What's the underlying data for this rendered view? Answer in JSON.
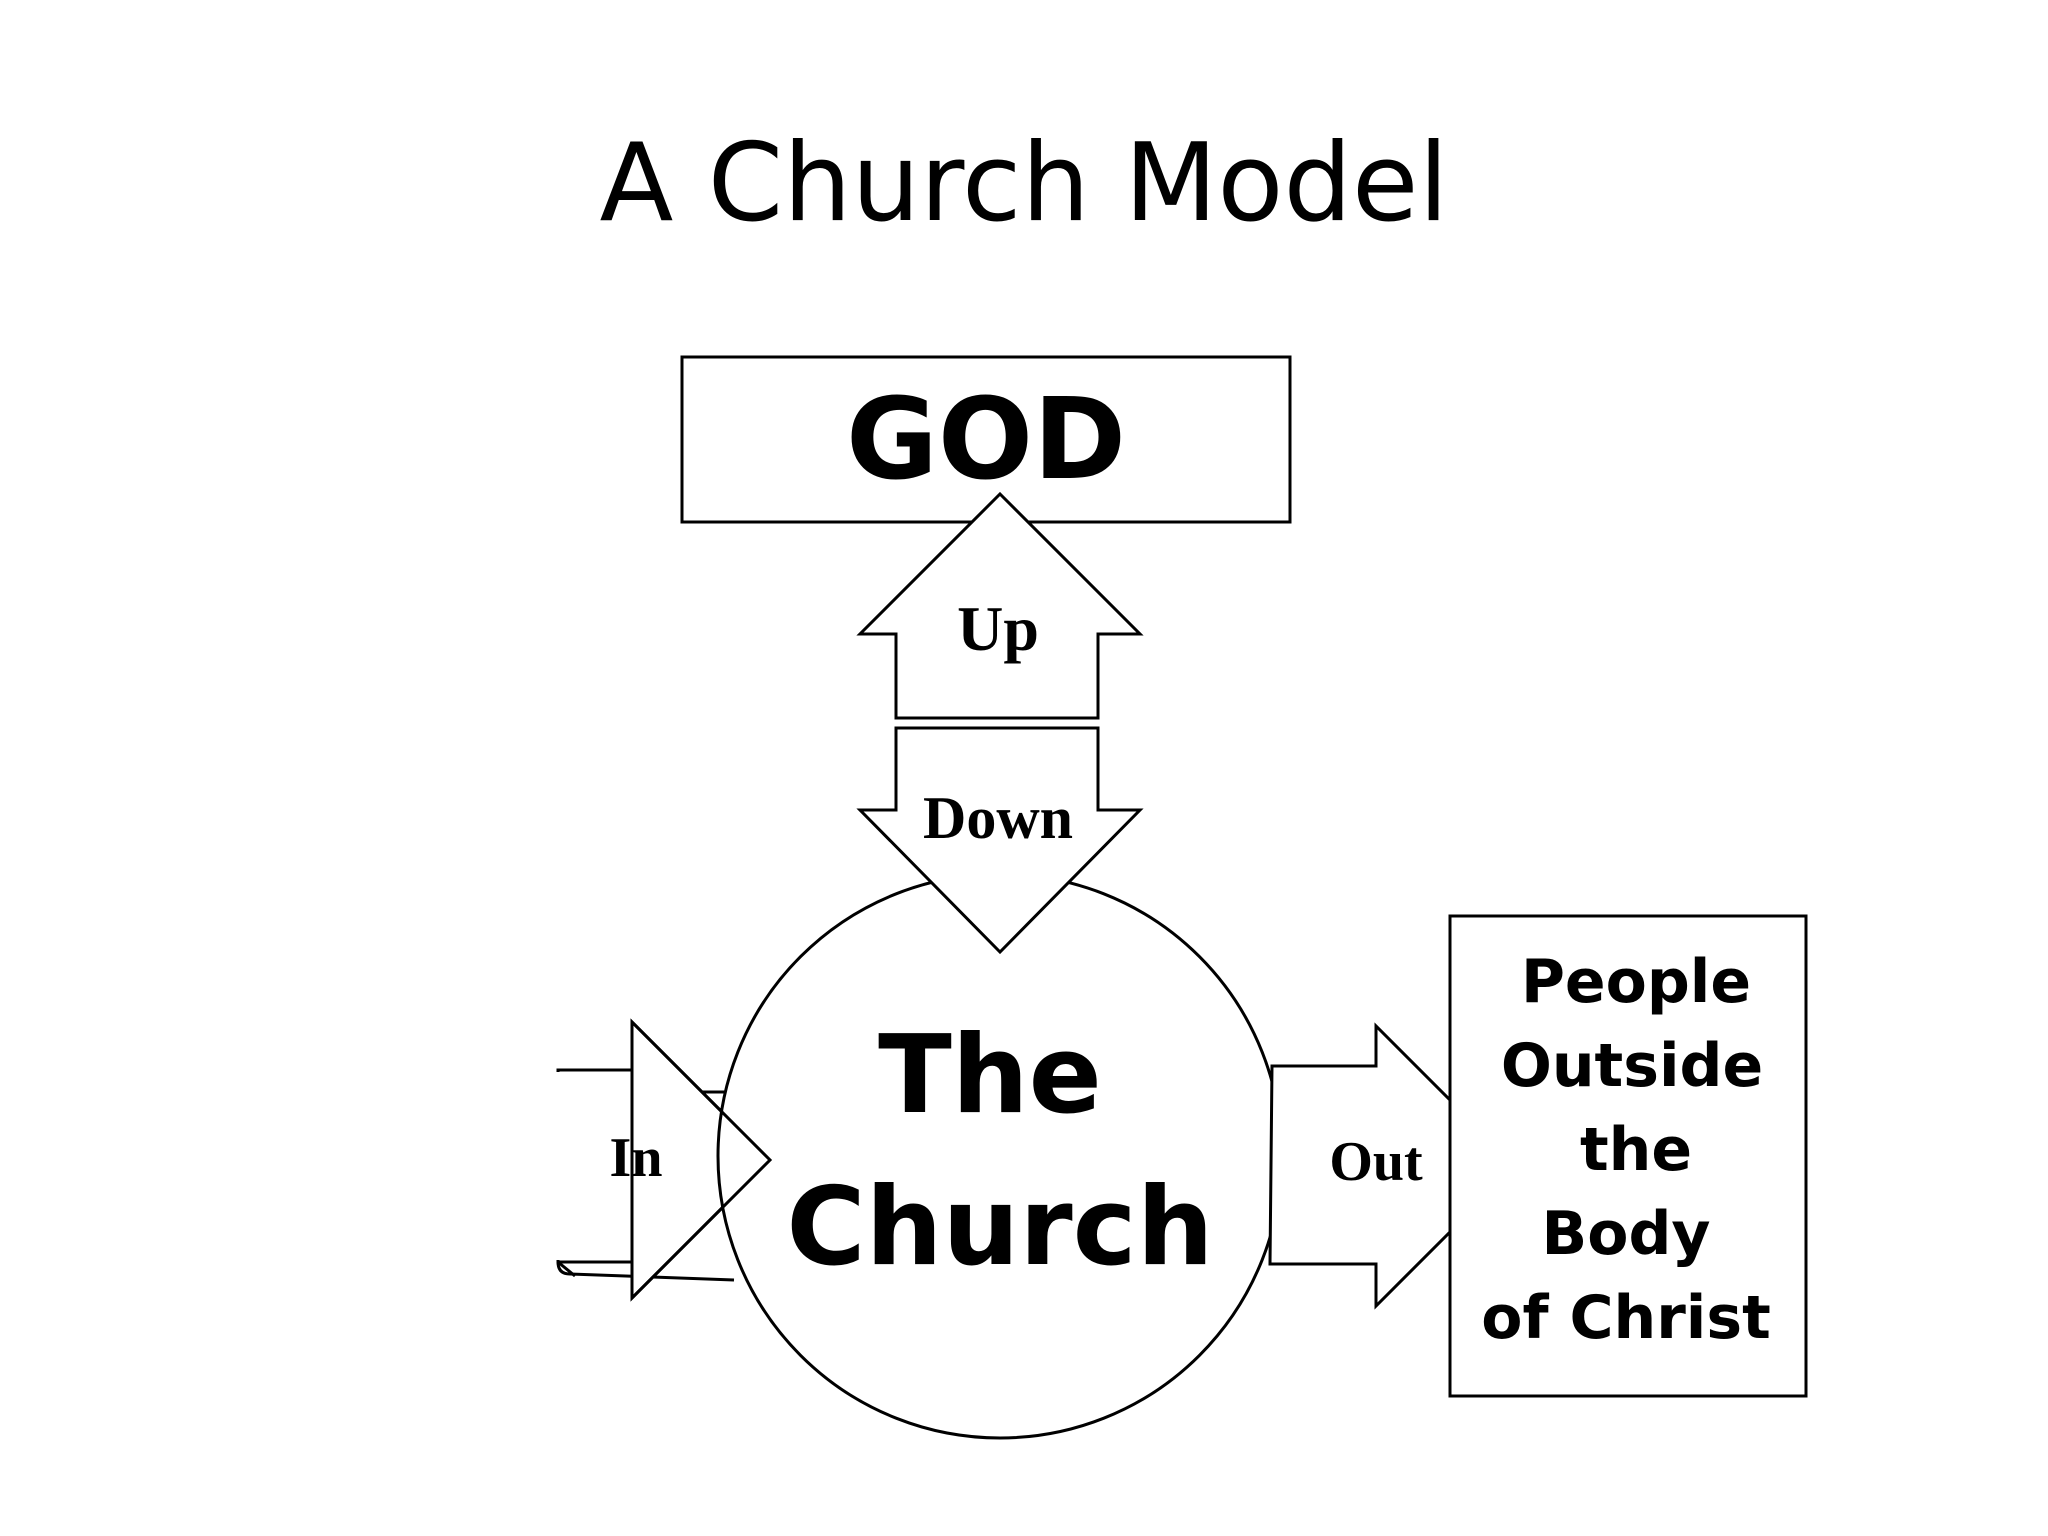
{
  "title": "A Church Model",
  "diagram": {
    "god_label": "GOD",
    "church_line1": "The",
    "church_line2": "Church",
    "up_label": "Up",
    "down_label": "Down",
    "in_label": "In",
    "out_label": "Out",
    "people_lines": [
      "People",
      "Outside",
      "the",
      "Body",
      "of Christ"
    ]
  }
}
